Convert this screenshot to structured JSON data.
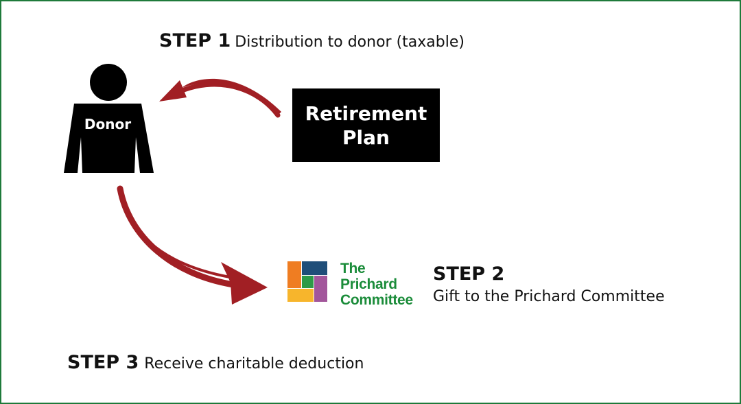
{
  "step1": {
    "label": "STEP 1",
    "description": "Distribution to donor (taxable)"
  },
  "step2": {
    "label": "STEP 2",
    "description": "Gift to the Prichard Committee"
  },
  "step3": {
    "label": "STEP 3",
    "description": "Receive charitable deduction"
  },
  "retirement_plan": {
    "line1": "Retirement",
    "line2": "Plan"
  },
  "donor": {
    "label": "Donor"
  },
  "logo": {
    "line1": "The",
    "line2": "Prichard",
    "line3": "Committee"
  },
  "colors": {
    "border": "#1e7a3a",
    "arrow": "#a11f24",
    "logo_text": "#1b8c3a",
    "logo_orange": "#ef7d22",
    "logo_navy": "#1f4e79",
    "logo_green": "#2d9a47",
    "logo_yellow": "#f7b52c",
    "logo_purple": "#a2569b"
  }
}
